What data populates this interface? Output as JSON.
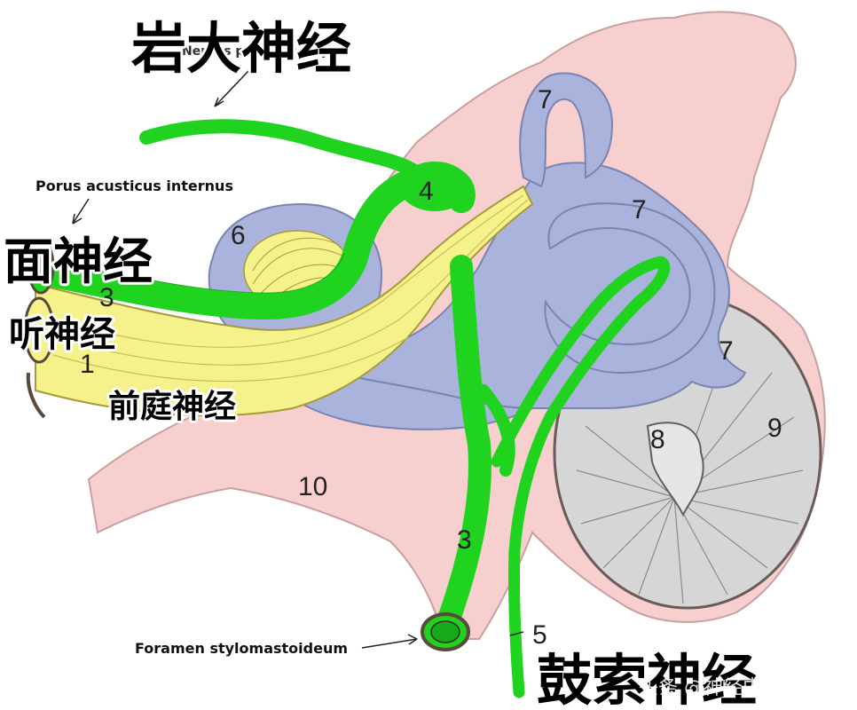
{
  "labels_cn": {
    "greater_petrosal": "岩大神经",
    "facial_nerve": "面神经",
    "cochlear_nerve": "听神经",
    "vestibular_nerve": "前庭神经",
    "chorda_tympani": "鼓索神经"
  },
  "labels_latin": {
    "greater_petrosal_faint": "Nervus petrosus major",
    "porus": "Porus acusticus internus",
    "foramen": "Foramen stylomastoideum"
  },
  "numbers": [
    "1",
    "3",
    "3",
    "4",
    "5",
    "6",
    "7",
    "7",
    "7",
    "8",
    "9",
    "10"
  ],
  "watermark": "头条 @神经内科",
  "colors": {
    "bone": "#f7cfcf",
    "nerve_green": "#1fd31f",
    "nerve_yellow": "#f5f28c",
    "labyrinth": "#a9b3dc",
    "tympanic": "#d6d6d6",
    "outline": "#6a5a5a"
  }
}
